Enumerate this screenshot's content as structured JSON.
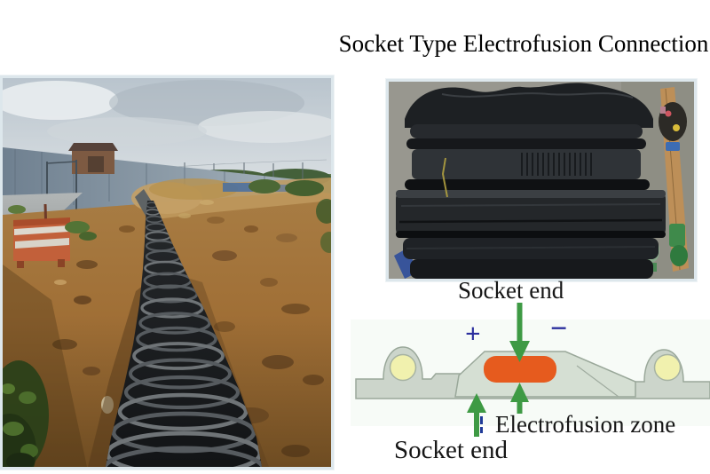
{
  "title": "Socket Type Electrofusion Connection",
  "diagram": {
    "label_socket_end_top": "Socket end",
    "label_socket_end_bottom": "Socket end",
    "label_electrofusion_zone": "Electrofusion zone",
    "polarity_positive": "+",
    "polarity_negative": "−",
    "colors": {
      "wall_fill": "#ccd5cb",
      "socket_fill": "#d5dfd3",
      "outline_gray": "#9aa89a",
      "hollow_yellow": "#f1f1ae",
      "fusion_orange": "#e65b1e",
      "arrow_green": "#3e9a44",
      "polarity_navy": "#2b2f9e"
    }
  },
  "photos": {
    "site": {
      "description": "Black corrugated HDPE pipe laid along an excavated trench at a road construction site"
    },
    "joint": {
      "description": "Close-up of a socket type electrofusion joint on a corrugated pipe"
    }
  }
}
